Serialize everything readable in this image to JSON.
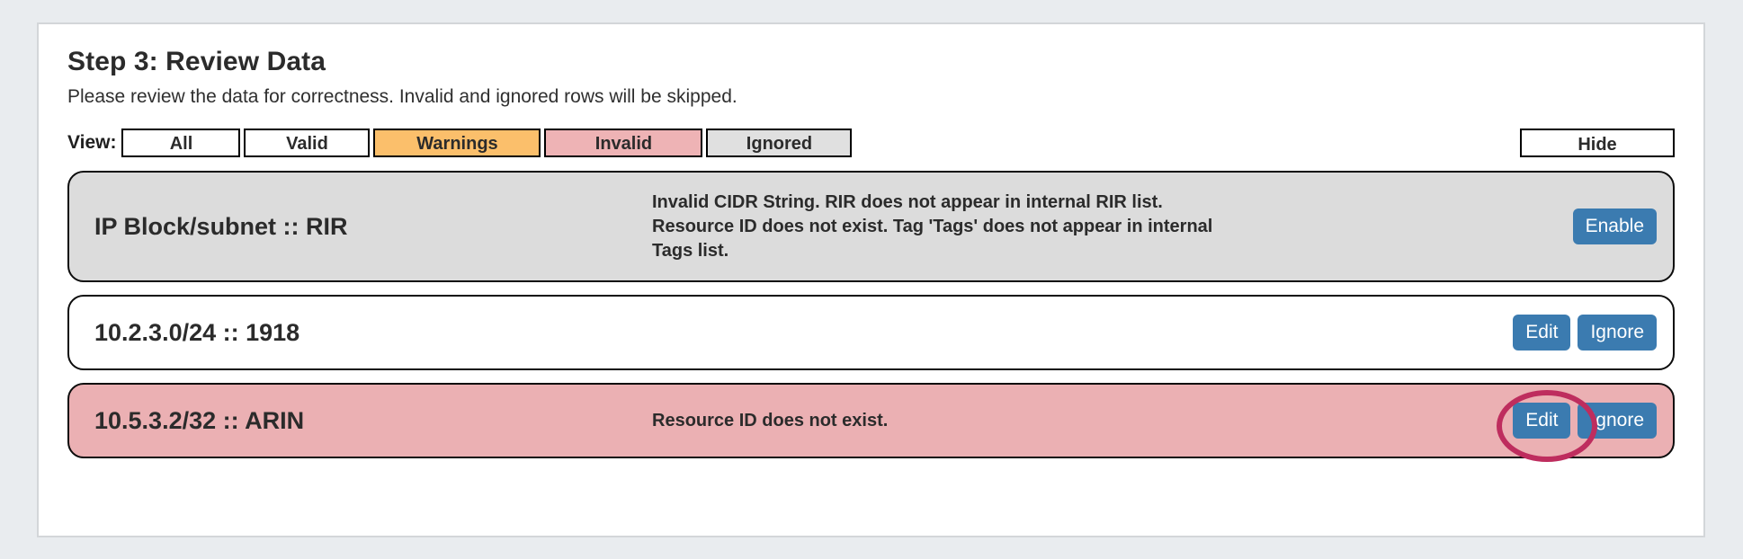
{
  "step": {
    "title": "Step 3: Review Data",
    "description": "Please review the data for correctness. Invalid and ignored rows will be skipped."
  },
  "filters": {
    "view_label": "View:",
    "options": [
      {
        "label": "All",
        "state": "all"
      },
      {
        "label": "Valid",
        "state": "valid"
      },
      {
        "label": "Warnings",
        "state": "warnings"
      },
      {
        "label": "Invalid",
        "state": "invalid"
      },
      {
        "label": "Ignored",
        "state": "ignored"
      }
    ],
    "hide_label": "Hide"
  },
  "rows": [
    {
      "label": "IP Block/subnet :: RIR",
      "message": "Invalid CIDR String. RIR does not appear in internal RIR list. Resource ID does not exist. Tag 'Tags' does not appear in internal Tags list.",
      "state": "ignored",
      "actions": [
        "Enable"
      ]
    },
    {
      "label": "10.2.3.0/24 :: 1918",
      "message": "",
      "state": "valid",
      "actions": [
        "Edit",
        "Ignore"
      ]
    },
    {
      "label": "10.5.3.2/32 :: ARIN",
      "message": "Resource ID does not exist.",
      "state": "invalid",
      "actions": [
        "Edit",
        "Ignore"
      ]
    }
  ],
  "annotation": {
    "target": "edit-button-row-3",
    "shape": "ellipse",
    "color": "#be2d5e"
  },
  "colors": {
    "page_background": "#e9ecef",
    "card_background": "#ffffff",
    "warning": "#fbbf6b",
    "invalid": "#ebb0b3",
    "ignored": "#dcdcdc",
    "action_blue": "#3b7bb0",
    "annotation": "#be2d5e"
  }
}
